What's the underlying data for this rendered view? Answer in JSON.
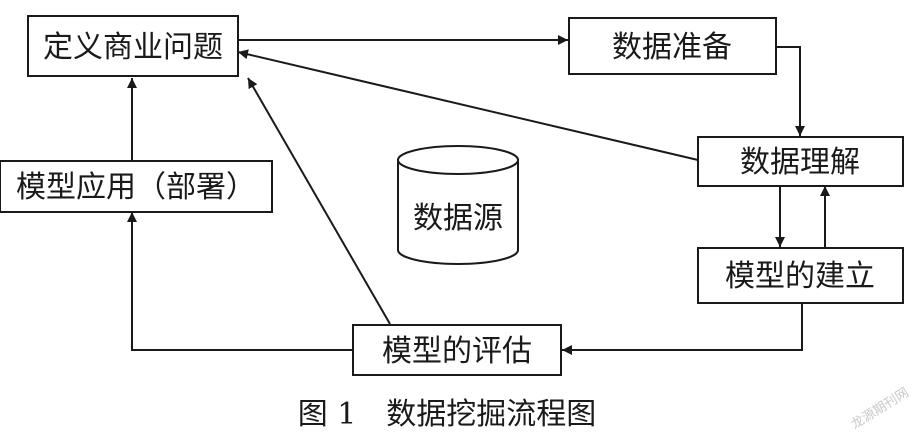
{
  "diagram": {
    "nodes": {
      "define": "定义商业问题",
      "prepare": "数据准备",
      "understand": "数据理解",
      "build": "模型的建立",
      "evaluate": "模型的评估",
      "deploy": "模型应用（部署）",
      "source": "数据源"
    }
  },
  "caption": "图 1　数据挖掘流程图",
  "watermark": "龙源期刊网"
}
